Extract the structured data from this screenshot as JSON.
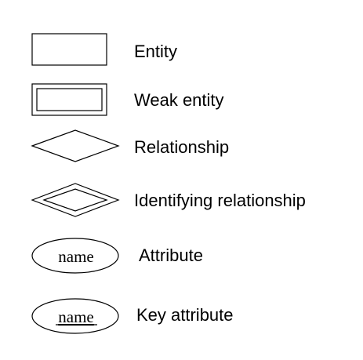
{
  "legend": {
    "items": [
      {
        "shape": "rectangle",
        "label": "Entity"
      },
      {
        "shape": "double-rectangle",
        "label": "Weak entity"
      },
      {
        "shape": "diamond",
        "label": "Relationship"
      },
      {
        "shape": "double-diamond",
        "label": "Identifying relationship"
      },
      {
        "shape": "ellipse",
        "label": "Attribute",
        "inner_text": "name"
      },
      {
        "shape": "ellipse-underlined",
        "label": "Key attribute",
        "inner_text": "name"
      }
    ]
  },
  "colors": {
    "stroke": "#000000",
    "background": "#ffffff"
  }
}
